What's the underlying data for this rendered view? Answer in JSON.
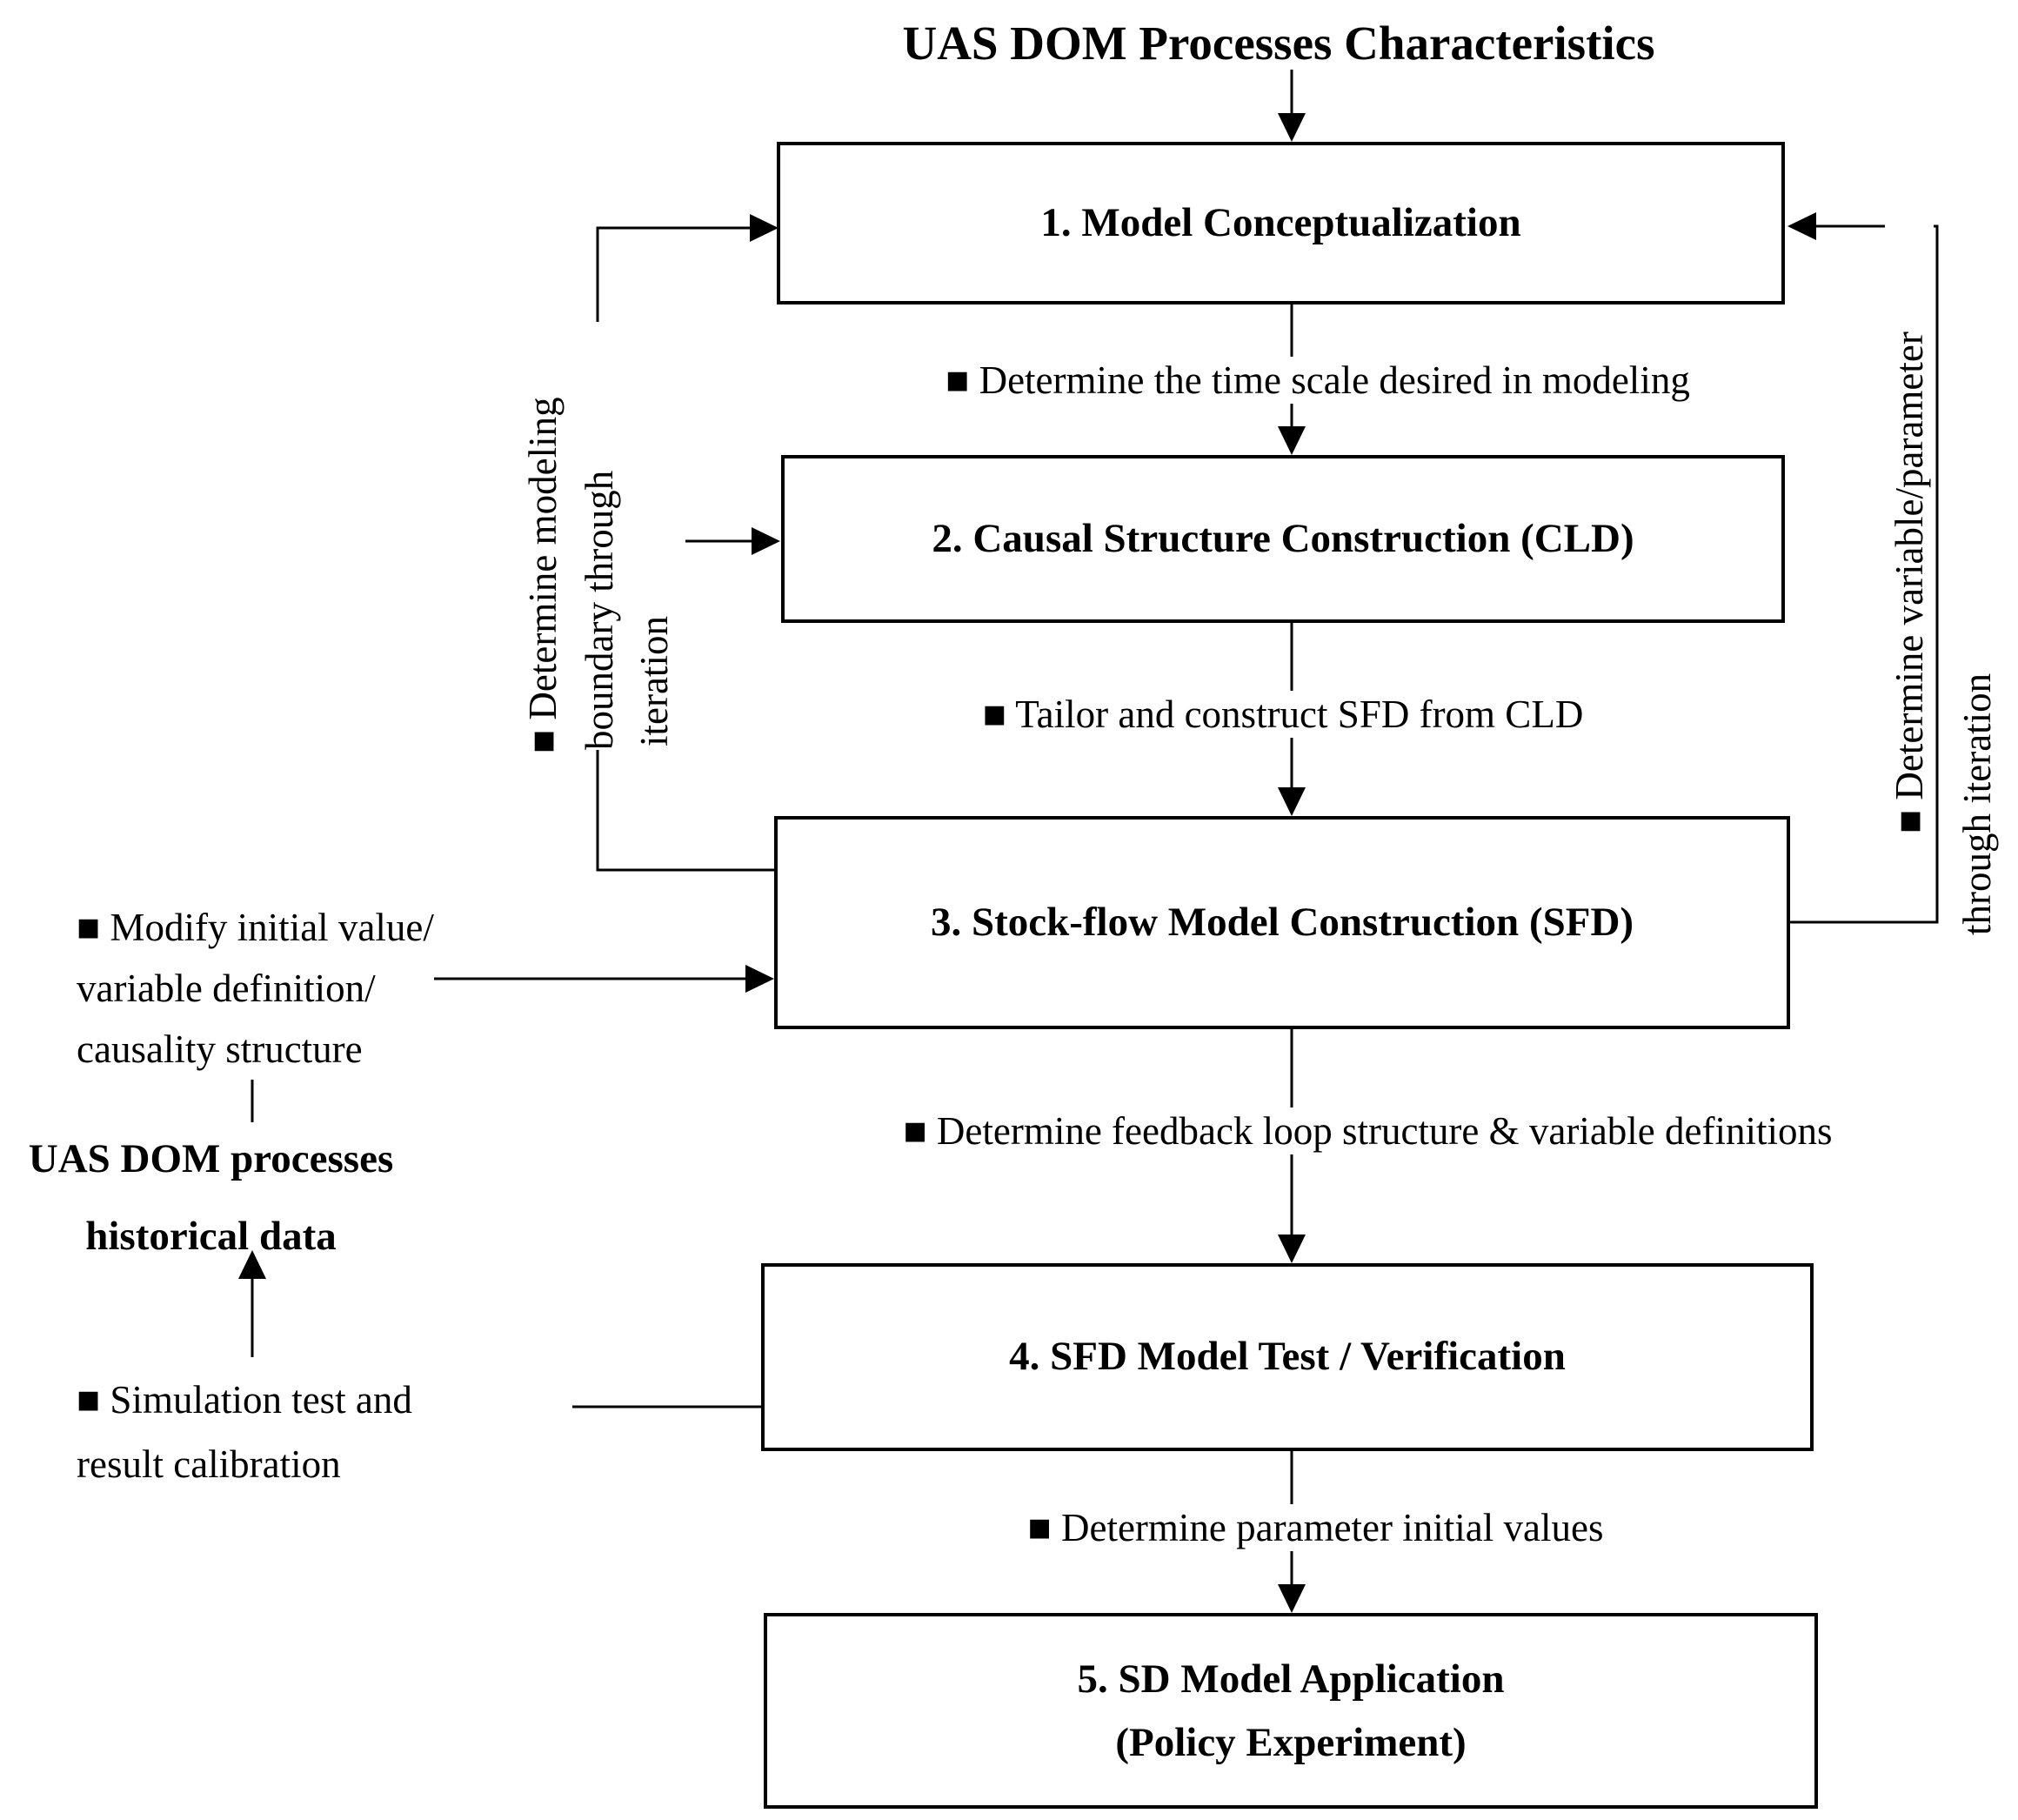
{
  "title": "UAS DOM Processes Characteristics",
  "boxes": [
    {
      "label": "1. Model Conceptualization"
    },
    {
      "label": "2. Causal Structure Construction (CLD)"
    },
    {
      "label": "3. Stock-flow Model Construction (SFD)"
    },
    {
      "label": "4. SFD Model Test / Verification"
    },
    {
      "label": "5. SD Model Application",
      "label2": "(Policy Experiment)"
    }
  ],
  "step_annotations": [
    {
      "text": "■ Determine the time scale desired in modeling"
    },
    {
      "text": "■ Tailor and construct SFD from CLD"
    },
    {
      "text": "■ Determine feedback loop structure & variable definitions"
    },
    {
      "text": "■ Determine parameter initial values"
    }
  ],
  "side_annotations": {
    "left_rotated": {
      "line1": "■ Determine modeling",
      "line2": "boundary through",
      "line3": "iteration"
    },
    "right_rotated": {
      "line1": "■ Determine variable/parameter",
      "line2": "through iteration"
    },
    "modify": {
      "line1": "■ Modify initial value/",
      "line2": "variable definition/",
      "line3": "causality structure"
    },
    "historical": {
      "line1": "UAS DOM processes",
      "line2": "historical data"
    },
    "simulation": {
      "line1": "■ Simulation test and",
      "line2": "result calibration"
    }
  },
  "colors": {
    "line": "#000000",
    "background": "#ffffff",
    "text": "#000000"
  }
}
